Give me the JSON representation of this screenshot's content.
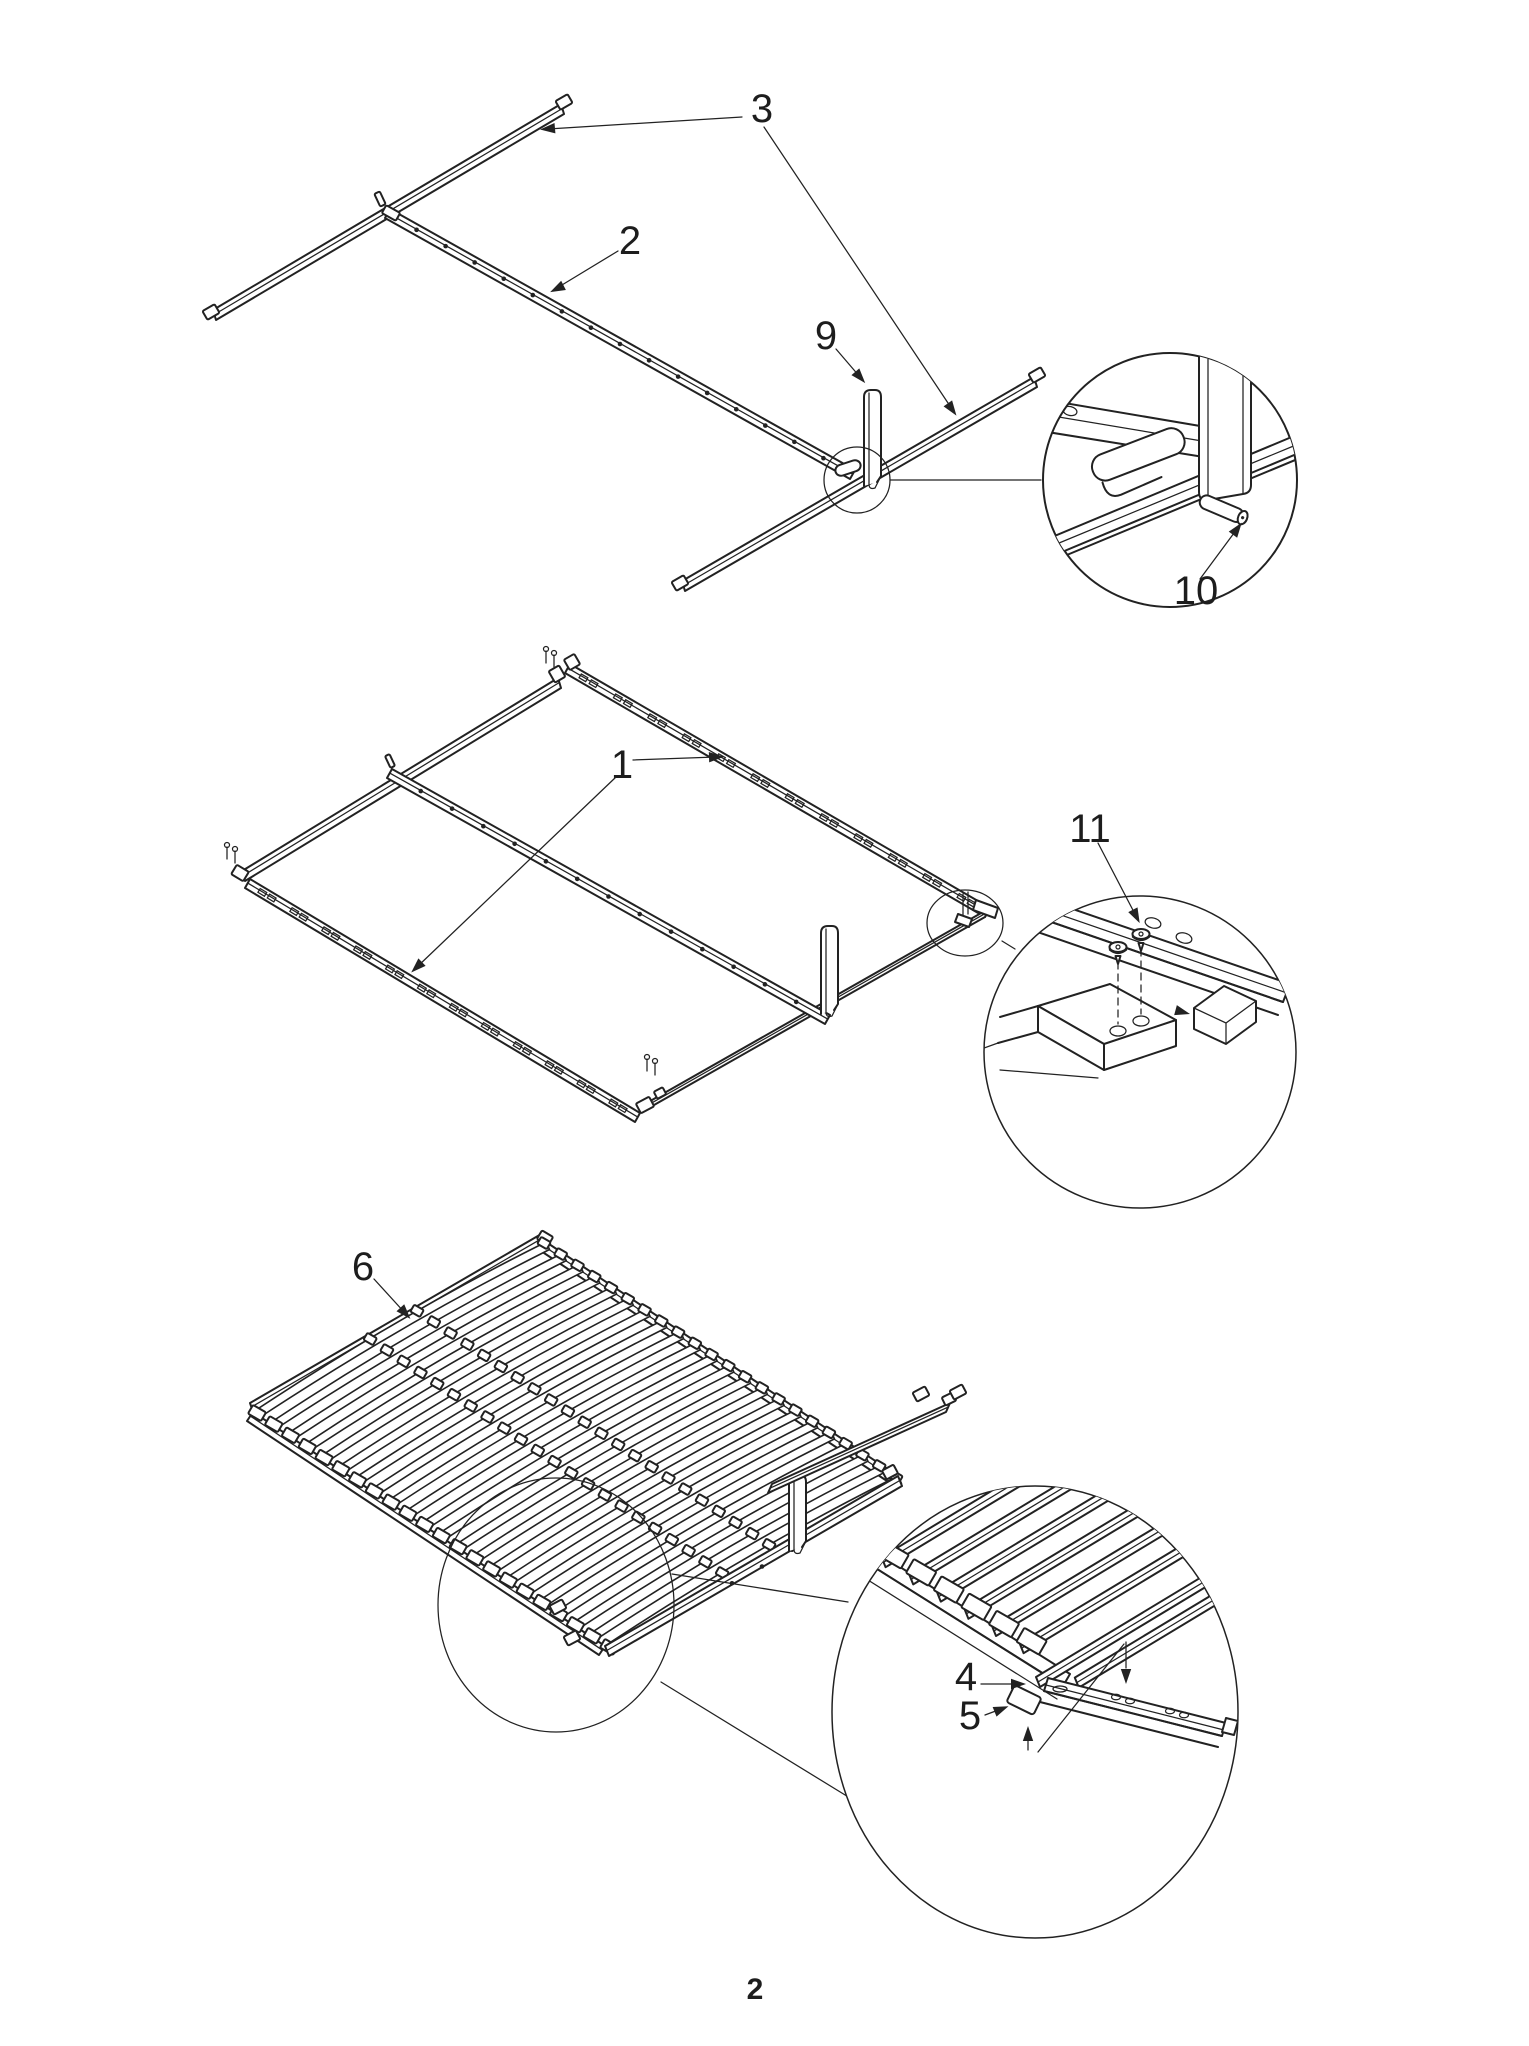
{
  "page": {
    "number": "2"
  },
  "document": {
    "kind": "assembly-instruction-diagram",
    "steps_shown": 3
  },
  "callouts": {
    "part1": "1",
    "part2": "2",
    "part3": "3",
    "part4": "4",
    "part5": "5",
    "part6": "6",
    "part9": "9",
    "part10": "10",
    "part11": "11"
  },
  "colors": {
    "line": "#222222",
    "background": "#ffffff"
  }
}
